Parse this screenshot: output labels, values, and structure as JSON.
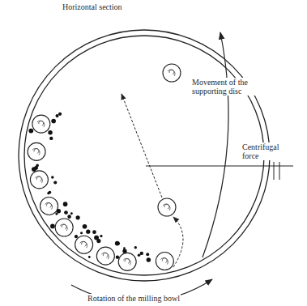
{
  "diagram": {
    "title": "Horizontal section",
    "labels": [
      "Movement of the supporting disc",
      "Centrifugal force",
      "Rotation of the milling bowl"
    ]
  }
}
